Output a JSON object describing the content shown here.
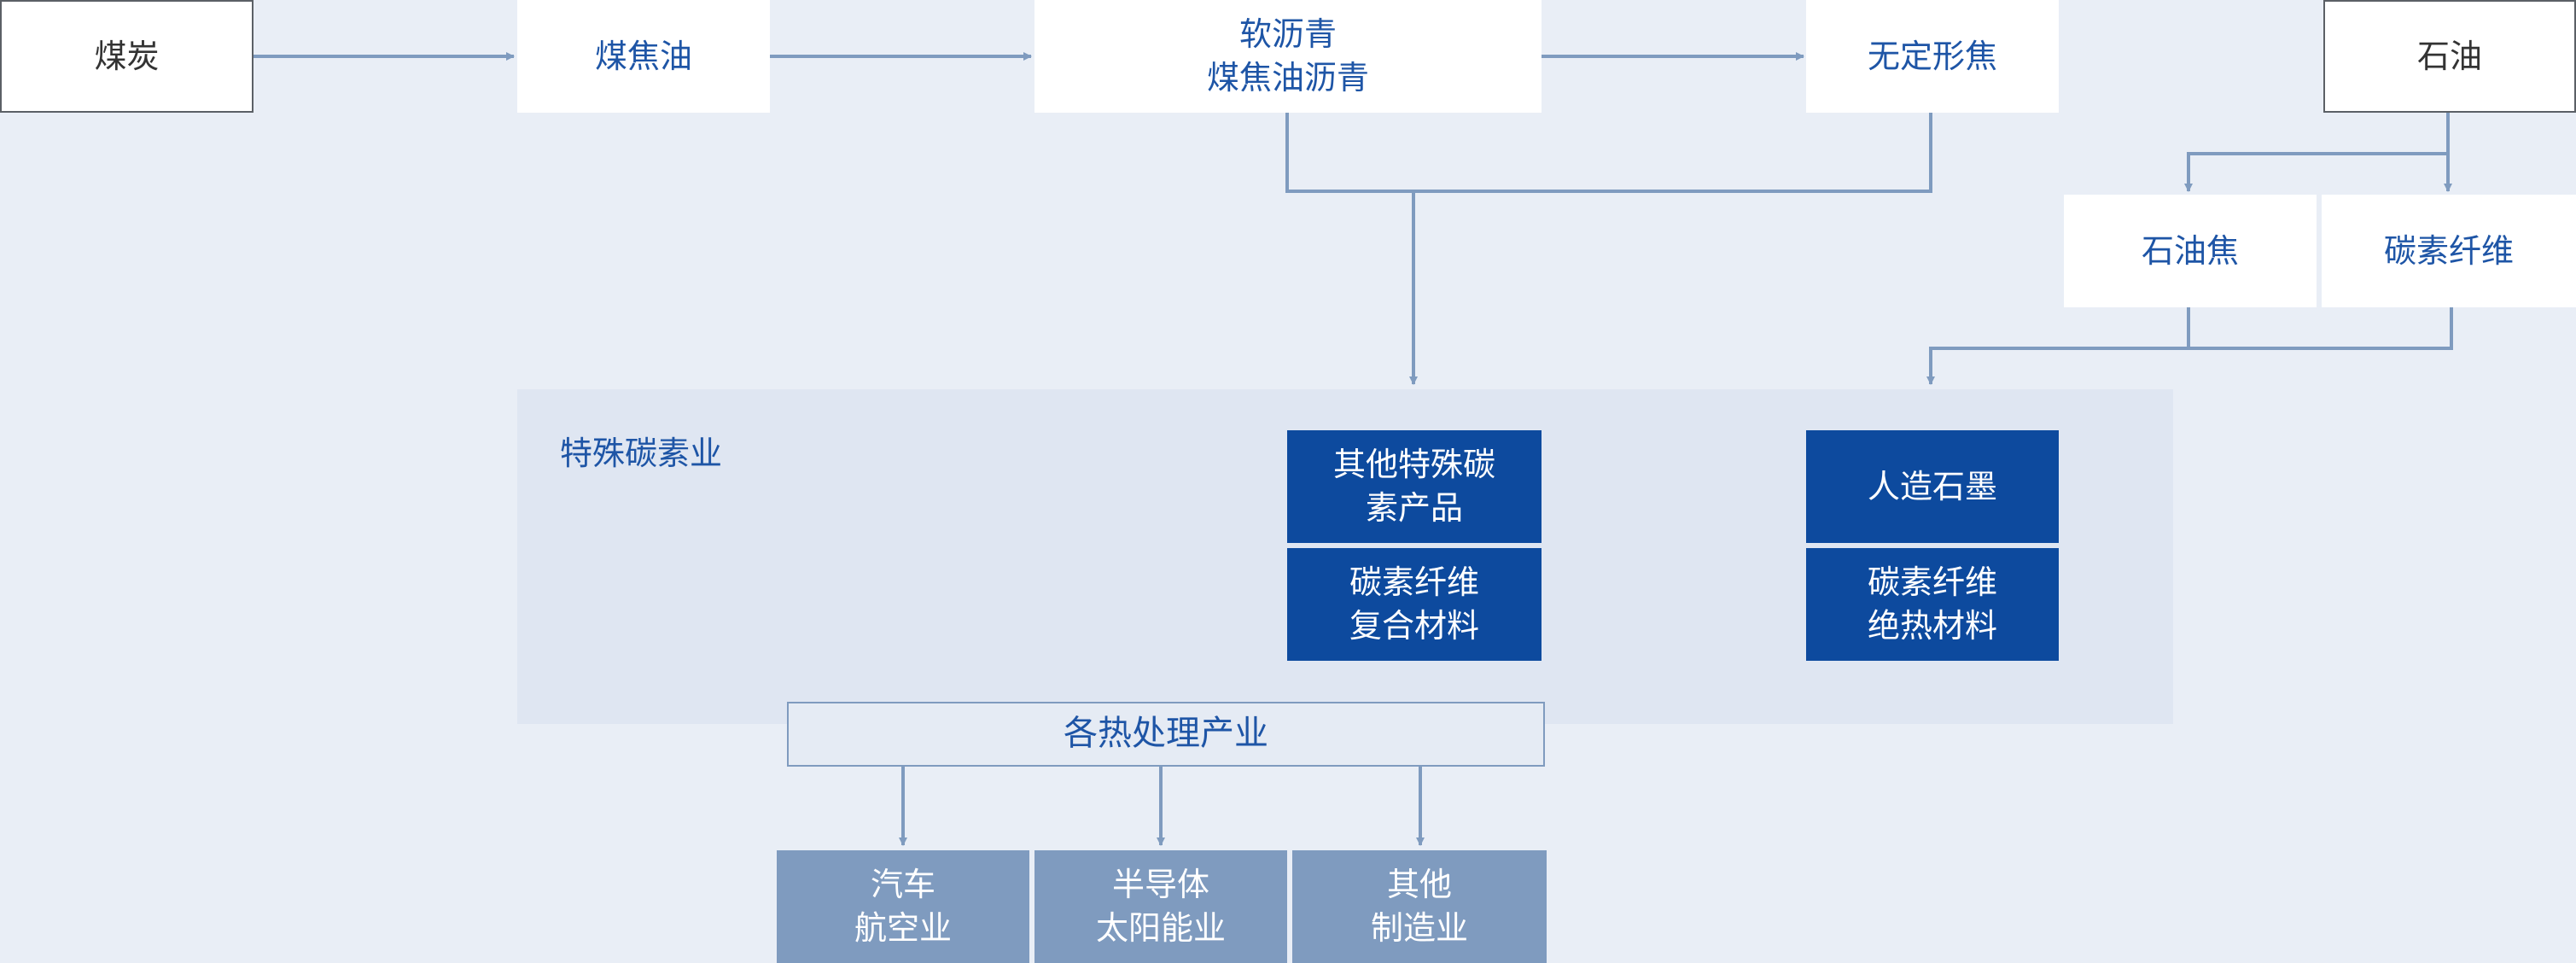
{
  "colors": {
    "background": "#e9eef6",
    "panel": "#dfe6f2",
    "product_box": "#0d4a9e",
    "application_box": "#7f9bbf",
    "connector": "#7f9bbf",
    "accent_text": "#1e55a6"
  },
  "sources": {
    "coal": "煤炭",
    "oil": "石油"
  },
  "intermediates": {
    "coal_tar": "煤焦油",
    "pitch": "软沥青\n煤焦油沥青",
    "amorphous_coke": "无定形焦",
    "petroleum_coke": "石油焦",
    "carbon_fiber": "碳素纤维"
  },
  "industry": {
    "label": "特殊碳素业",
    "products": {
      "other_special_carbon": "其他特殊碳\n素产品",
      "cf_composite": "碳素纤维\n复合材料",
      "artificial_graphite": "人造石墨",
      "cf_insulation": "碳素纤维\n绝热材料"
    }
  },
  "heat_treatment": "各热处理产业",
  "applications": {
    "auto_aero": "汽车\n航空业",
    "semi_solar": "半导体\n太阳能业",
    "other_mfg": "其他\n制造业"
  }
}
